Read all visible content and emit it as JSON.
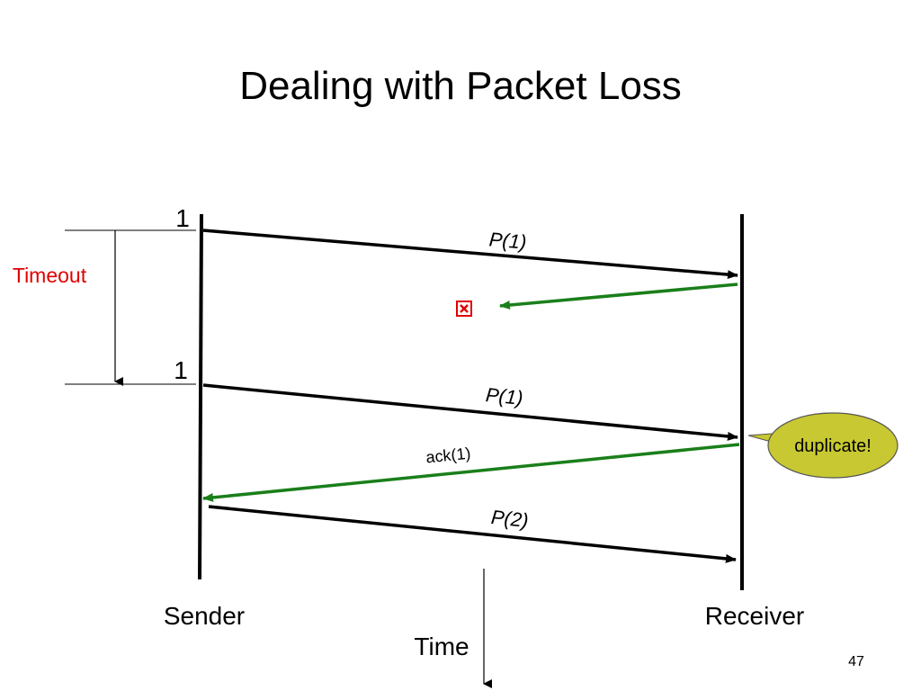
{
  "slide": {
    "title": "Dealing with Packet Loss",
    "page_number": "47"
  },
  "diagram": {
    "sender_label": "Sender",
    "receiver_label": "Receiver",
    "time_label": "Time",
    "timeout_label": "Timeout",
    "sequence_marks": [
      "1",
      "1"
    ],
    "messages": [
      {
        "text": "P(1)",
        "direction": "sender-to-receiver",
        "color": "#000000",
        "status": "delivered"
      },
      {
        "text": "",
        "direction": "receiver-to-sender",
        "color": "#1a7f1a",
        "status": "lost"
      },
      {
        "text": "P(1)",
        "direction": "sender-to-receiver",
        "color": "#000000",
        "status": "delivered"
      },
      {
        "text": "ack(1)",
        "direction": "receiver-to-sender",
        "color": "#1a7f1a",
        "status": "delivered"
      },
      {
        "text": "P(2)",
        "direction": "sender-to-receiver",
        "color": "#000000",
        "status": "delivered"
      }
    ],
    "callout": {
      "text": "duplicate!",
      "fill": "#c8c832"
    },
    "loss_icon": "lost-packet-icon",
    "colors": {
      "timeout": "#e00000",
      "ack": "#1a7f1a",
      "packet": "#000000",
      "loss_marker": "#e00000"
    }
  }
}
